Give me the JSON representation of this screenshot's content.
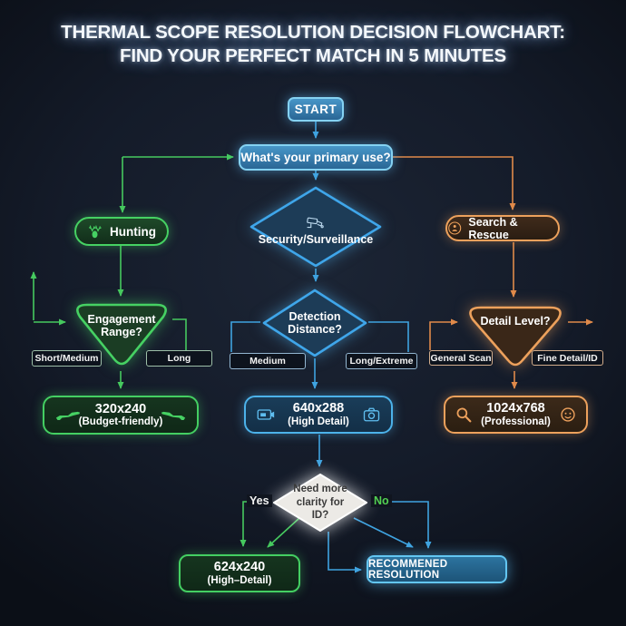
{
  "title": {
    "line1": "THERMAL SCOPE RESOLUTION DECISION FLOWCHART:",
    "line2": "FIND YOUR PERFECT MATCH IN 5 MINUTES"
  },
  "nodes": {
    "start": {
      "label": "START"
    },
    "primary_use": {
      "label": "What's your primary use?"
    },
    "hunting": {
      "label": "Hunting",
      "icon": "deer-icon"
    },
    "security": {
      "label": "Security/Surveillance",
      "icon": "cctv-camera-icon"
    },
    "search_rescue": {
      "label": "Search & Rescue",
      "icon": "rescue-icon"
    },
    "engagement_range": {
      "label": "Engagement Range?"
    },
    "detection_distance": {
      "label": "Detection Distance?"
    },
    "detail_level": {
      "label": "Detail Level?"
    },
    "res_320": {
      "line1": "320x240",
      "line2": "(Budget-friendly)",
      "icon_left": "rifle-icon",
      "icon_right": "rifle-icon"
    },
    "res_640": {
      "line1": "640x288",
      "line2": "(High Detail)",
      "icon_left": "video-card-icon",
      "icon_right": "camera-icon"
    },
    "res_1024": {
      "line1": "1024x768",
      "line2": "(Professional)",
      "icon_left": "magnifier-icon",
      "icon_right": "face-icon"
    },
    "clarity": {
      "line1": "Need more",
      "line2": "clarity for",
      "line3": "ID?"
    },
    "res_624": {
      "line1": "624x240",
      "line2": "(High–Detail)"
    },
    "recommended": {
      "label": "RECOMMENED RESOLUTION"
    }
  },
  "edge_labels": {
    "short_medium": "Short/Medium",
    "long": "Long",
    "medium": "Medium",
    "long_extreme": "Long/Extreme",
    "general_scan": "General Scan",
    "fine_detail": "Fine Detail/ID",
    "yes": "Yes",
    "no": "No"
  },
  "edges": [
    {
      "from": "start",
      "to": "primary_use"
    },
    {
      "from": "primary_use",
      "to": "hunting"
    },
    {
      "from": "primary_use",
      "to": "security"
    },
    {
      "from": "primary_use",
      "to": "search_rescue"
    },
    {
      "from": "hunting",
      "to": "engagement_range"
    },
    {
      "from": "engagement_range",
      "to": "res_320",
      "labels": [
        "Short/Medium",
        "Long"
      ]
    },
    {
      "from": "security",
      "to": "detection_distance"
    },
    {
      "from": "detection_distance",
      "to": "res_640",
      "labels": [
        "Medium",
        "Long/Extreme"
      ]
    },
    {
      "from": "search_rescue",
      "to": "detail_level"
    },
    {
      "from": "detail_level",
      "to": "res_1024",
      "labels": [
        "General Scan",
        "Fine Detail/ID"
      ]
    },
    {
      "from": "res_640",
      "to": "clarity"
    },
    {
      "from": "clarity",
      "to": "res_624",
      "label": "Yes"
    },
    {
      "from": "clarity",
      "to": "recommended",
      "label": "No"
    }
  ],
  "colors": {
    "background": "#131a28",
    "green": "#46c95f",
    "blue": "#3fa3e0",
    "orange": "#e08a4a",
    "white_node_fill": "#eceae6",
    "title_text": "#f4f8fc"
  },
  "icons": [
    "deer-icon",
    "cctv-camera-icon",
    "rescue-icon",
    "rifle-icon",
    "video-card-icon",
    "camera-icon",
    "magnifier-icon",
    "face-icon"
  ]
}
